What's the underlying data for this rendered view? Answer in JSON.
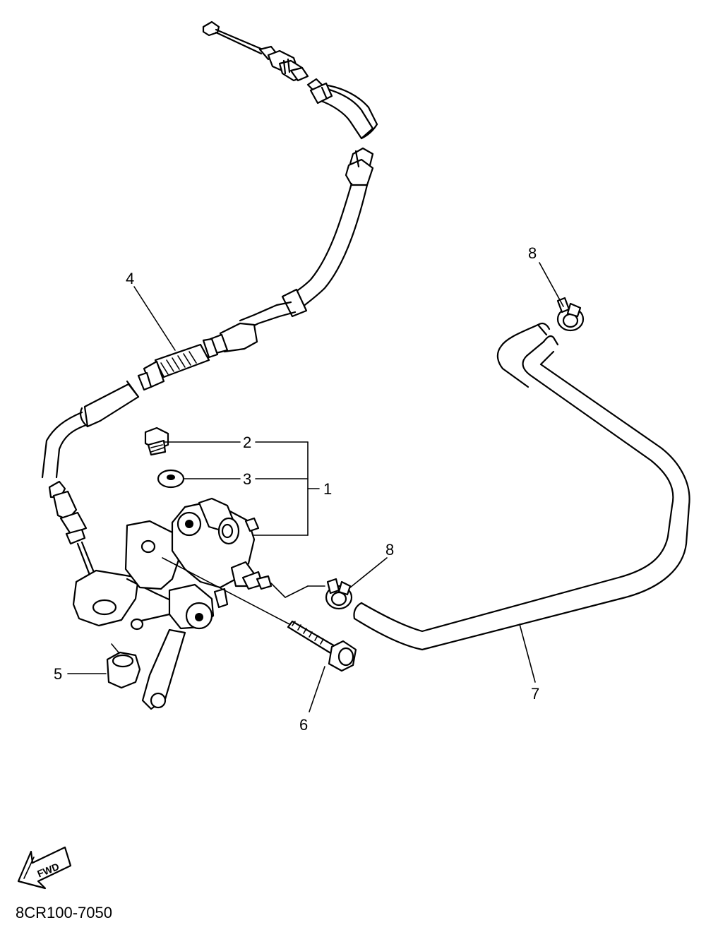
{
  "diagram": {
    "callouts": [
      {
        "id": "c1",
        "label": "1"
      },
      {
        "id": "c2",
        "label": "2"
      },
      {
        "id": "c3",
        "label": "3"
      },
      {
        "id": "c4",
        "label": "4"
      },
      {
        "id": "c5",
        "label": "5"
      },
      {
        "id": "c6",
        "label": "6"
      },
      {
        "id": "c7",
        "label": "7"
      },
      {
        "id": "c8a",
        "label": "8"
      },
      {
        "id": "c8b",
        "label": "8"
      }
    ],
    "fwd_label": "FWD",
    "part_code": "8CR100-7050"
  },
  "colors": {
    "ink": "#000000",
    "paper": "#ffffff"
  }
}
